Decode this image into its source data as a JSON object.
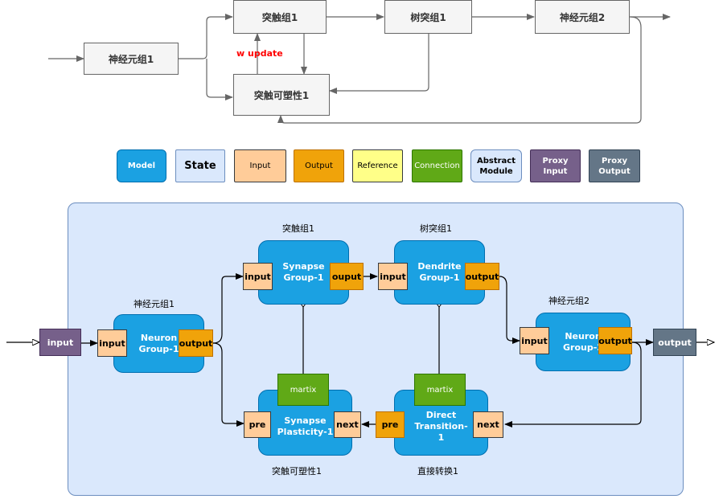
{
  "flow": {
    "neuron1": "神经元组1",
    "synapse1": "突触组1",
    "dendrite1": "树突组1",
    "neuron2": "神经元组2",
    "plasticity1": "突触可塑性1",
    "w_update": "w update",
    "w_update_color": "#ff0000"
  },
  "legend": {
    "model": "Model",
    "state": "State",
    "input": "Input",
    "output": "Output",
    "reference": "Reference",
    "connection": "Connection",
    "abstract_module": "Abstract Module",
    "proxy_input": "Proxy Input",
    "proxy_output": "Proxy Output"
  },
  "diagram": {
    "proxy_input": "input",
    "proxy_output": "output",
    "neuron_group_1": {
      "caption": "神经元组1",
      "label": "Neuron Group-1",
      "in": "input",
      "out": "output"
    },
    "synapse_group_1": {
      "caption": "突触组1",
      "label": "Synapse Group-1",
      "in": "input",
      "out": "ouput"
    },
    "dendrite_group_1": {
      "caption": "树突组1",
      "label": "Dendrite Group-1",
      "in": "input",
      "out": "output"
    },
    "neuron_group_2": {
      "caption": "神经元组2",
      "label": "Neuron Group-2",
      "in": "input",
      "out": "output"
    },
    "synapse_plasticity_1": {
      "caption": "突触可塑性1",
      "label": "Synapse Plasticity-1",
      "pre": "pre",
      "next": "next",
      "matrix": "martix"
    },
    "direct_transition_1": {
      "caption": "直接转换1",
      "label": "Direct Transition-1",
      "pre": "pre",
      "next": "next",
      "matrix": "martix"
    }
  },
  "colors": {
    "model": "#1ba1e2",
    "state": "#dae8fc",
    "input": "#ffcc99",
    "output": "#f0a30a",
    "reference": "#ffff88",
    "connection": "#60a917",
    "proxy_input": "#76608a",
    "proxy_output": "#647687"
  }
}
